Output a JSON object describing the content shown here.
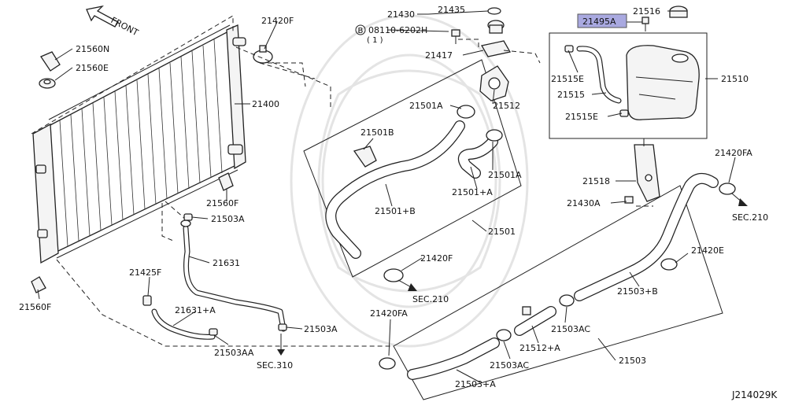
{
  "diagram_code": "J214029K",
  "highlight_color": "#a9a9e0",
  "front_label": "FRONT",
  "bolt_spec": {
    "line1": "08110-6202H",
    "line2": "( 1 )",
    "symbol": "B"
  },
  "parts": {
    "p21400": "21400",
    "p21420F_top": "21420F",
    "p21560N": "21560N",
    "p21560E": "21560E",
    "p21560F_mid": "21560F",
    "p21560F_bot": "21560F",
    "p21503A_top": "21503A",
    "p21631": "21631",
    "p21425F": "21425F",
    "p21631A": "21631+A",
    "p21503AA": "21503AA",
    "p21503A_bot": "21503A",
    "p21430_top": "21430",
    "p21435": "21435",
    "p21417": "21417",
    "p21501A_left": "21501A",
    "p21512": "21512",
    "p21501B": "21501B",
    "p21501A_right": "21501A",
    "p21501plusA": "21501+A",
    "p21501plusB": "21501+B",
    "p21501": "21501",
    "p21420F_mid": "21420F",
    "p21420FA_bot": "21420FA",
    "p21495A": "21495A",
    "p21516": "21516",
    "p21510": "21510",
    "p21515E_top": "21515E",
    "p21515": "21515",
    "p21515E_bot": "21515E",
    "p21518": "21518",
    "p21430A": "21430A",
    "p21420FA_right": "21420FA",
    "p21420E": "21420E",
    "p21503plusB": "21503+B",
    "p21503AC_right": "21503AC",
    "p21512plusA": "21512+A",
    "p21503AC_left": "21503AC",
    "p21503": "21503",
    "p21503plusA": "21503+A"
  },
  "sec_refs": {
    "sec210_mid": "SEC.210",
    "sec210_right": "SEC.210",
    "sec310": "SEC.310"
  }
}
